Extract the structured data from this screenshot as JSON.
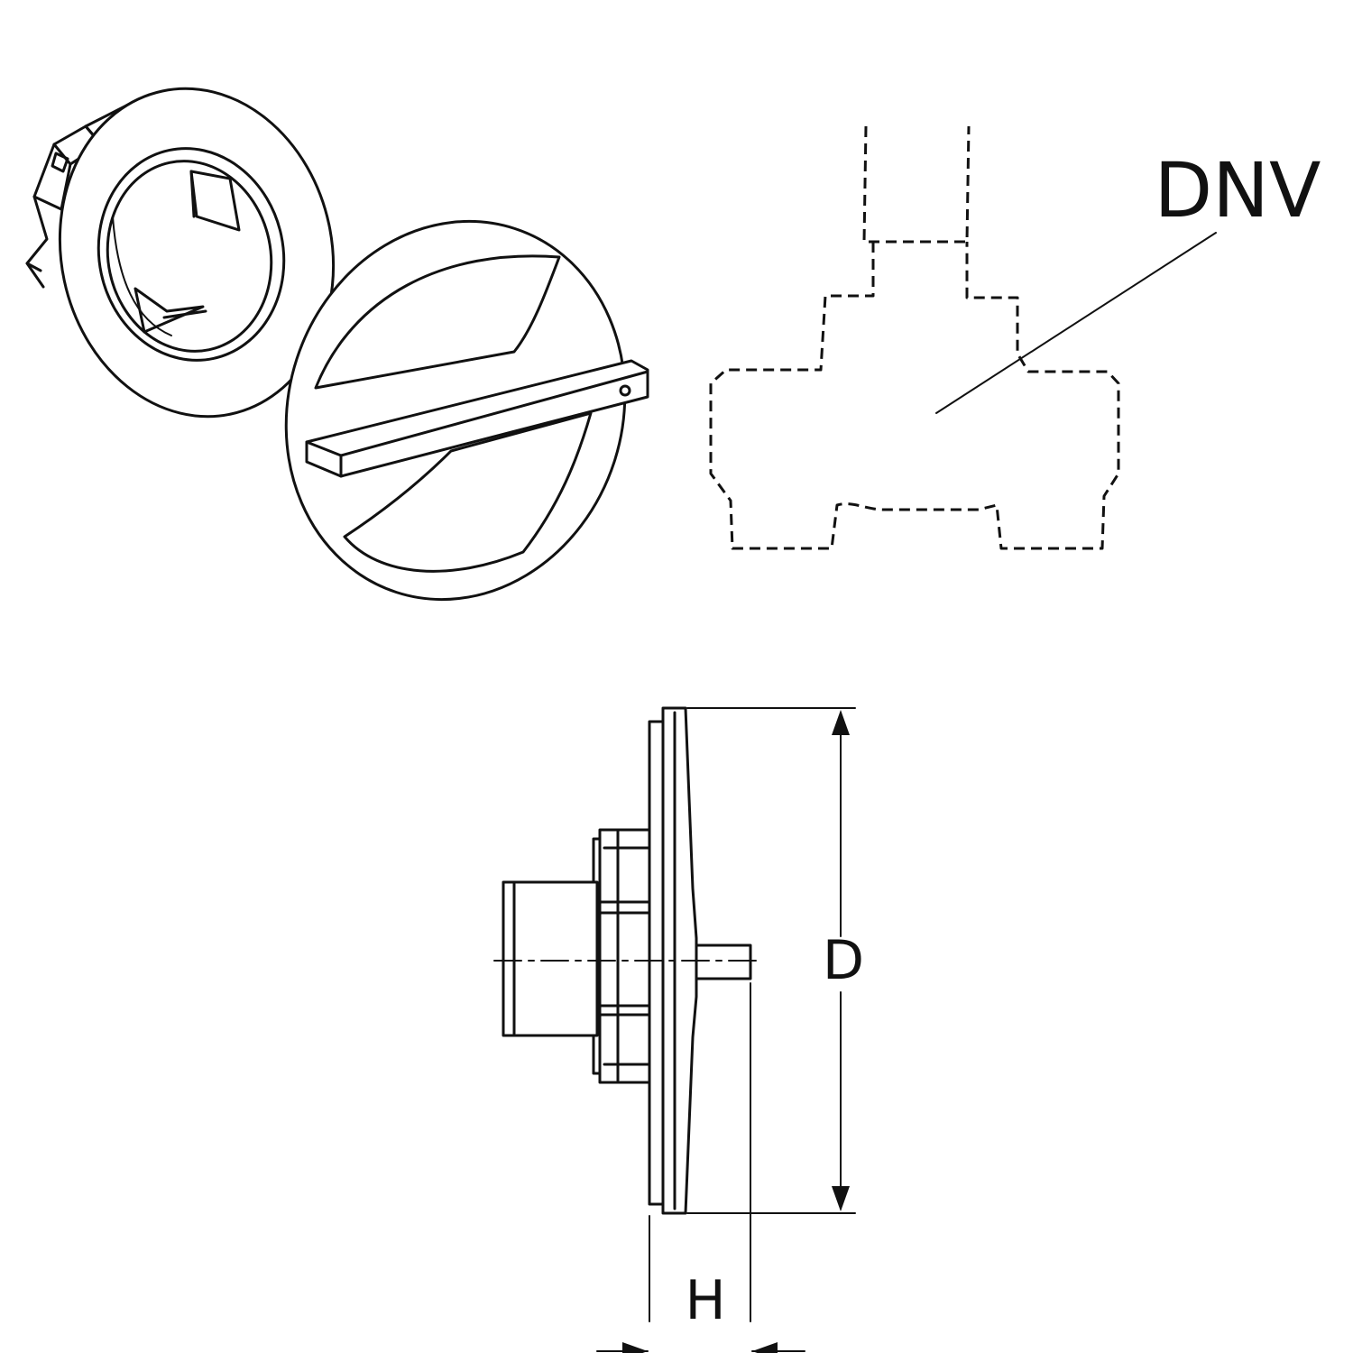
{
  "labels": {
    "valve": "DNV",
    "diameter": "D",
    "height": "H"
  },
  "colors": {
    "line": "#111111",
    "background": "#ffffff"
  }
}
